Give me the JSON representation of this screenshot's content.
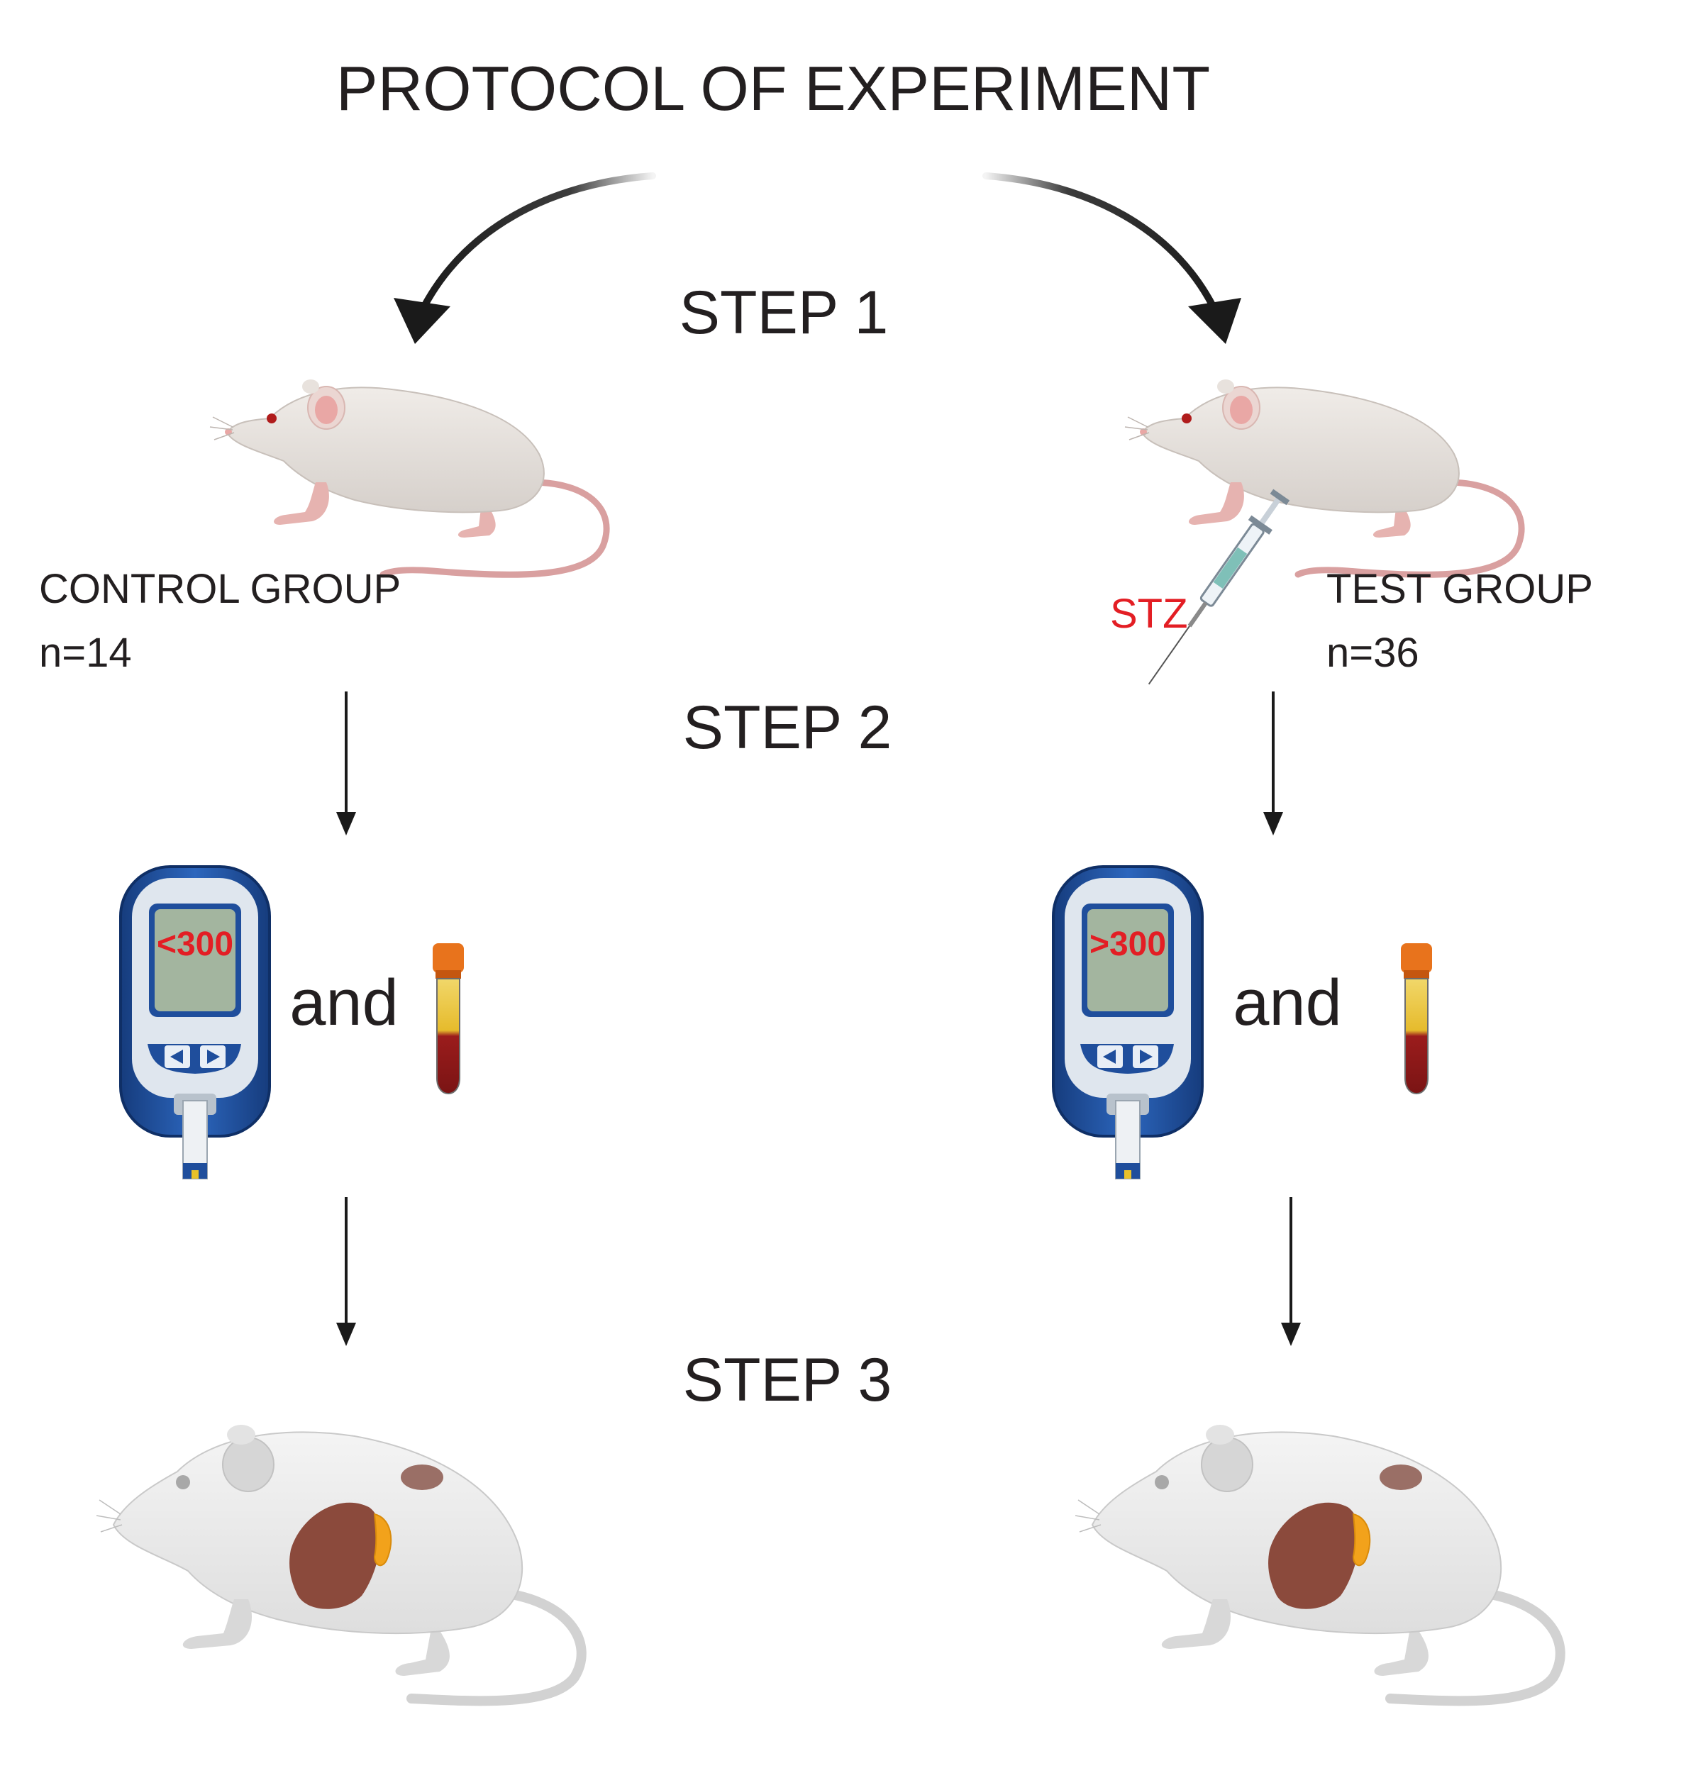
{
  "title": "PROTOCOL OF EXPERIMENT",
  "steps": {
    "step1": "STEP 1",
    "step2": "STEP 2",
    "step3": "STEP 3"
  },
  "groups": {
    "control": {
      "name": "CONTROL GROUP",
      "n": "n=14",
      "meter_reading": "<300"
    },
    "test": {
      "name": "TEST GROUP",
      "n": "n=36",
      "injection_label": "STZ",
      "meter_reading": ">300"
    }
  },
  "connector_word": "and",
  "colors": {
    "text": "#231f20",
    "accent_red": "#e31e24",
    "arrow": "#1a1a1a",
    "meter_body": "#1f4e9c",
    "meter_screen": "#a3b59f",
    "blood": "#8b1a1a",
    "serum": "#e8c12a",
    "cap": "#e8731c",
    "organ": "#8b4a3c",
    "pancreas": "#f2a21b"
  },
  "icons": {
    "rat": "rat-icon",
    "syringe": "syringe-icon",
    "glucometer": "glucometer-icon",
    "blood_tube": "blood-tube-icon",
    "dissected_rat": "dissected-rat-icon"
  }
}
